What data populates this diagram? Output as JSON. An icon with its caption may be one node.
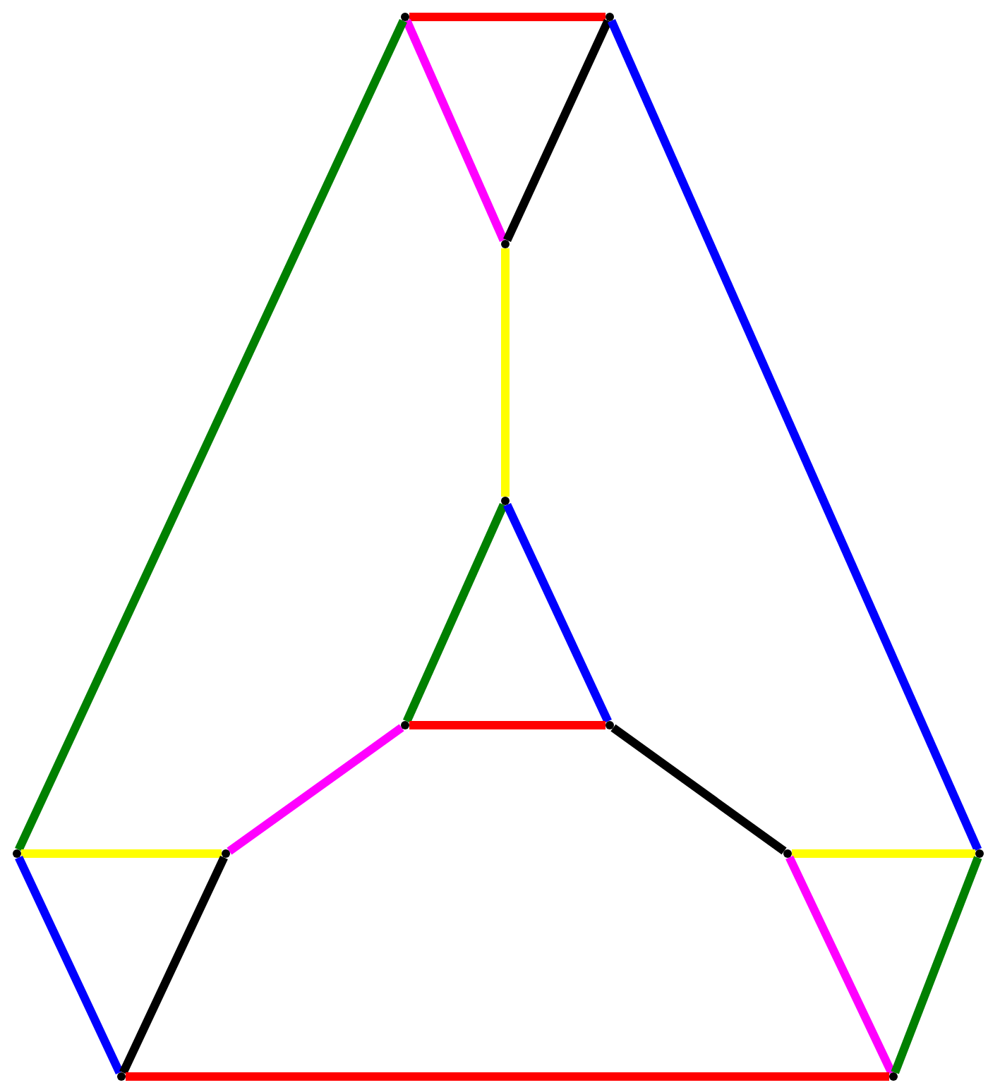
{
  "diagram": {
    "nodes": [
      {
        "text": [],
        "shape": "dot"
      },
      {
        "text": [],
        "shape": "dot"
      },
      {
        "text": [],
        "shape": "dot"
      },
      {
        "text": [],
        "shape": "dot"
      },
      {
        "text": [],
        "shape": "dot"
      },
      {
        "text": [],
        "shape": "dot"
      },
      {
        "text": [],
        "shape": "dot"
      },
      {
        "text": [],
        "shape": "dot"
      },
      {
        "text": [],
        "shape": "dot"
      },
      {
        "text": [],
        "shape": "dot"
      },
      {
        "text": [],
        "shape": "dot"
      },
      {
        "text": [],
        "shape": "dot"
      }
    ],
    "edges": [
      {
        "from": 0,
        "to": 1,
        "arrow": "none",
        "color": "#ff0000"
      },
      {
        "from": 0,
        "to": 2,
        "arrow": "none",
        "color": "#ff00ff"
      },
      {
        "from": 1,
        "to": 2,
        "arrow": "none",
        "color": "#000000"
      },
      {
        "from": 2,
        "to": 3,
        "arrow": "none",
        "color": "#ffff00"
      },
      {
        "from": 0,
        "to": 6,
        "arrow": "none",
        "color": "#008000"
      },
      {
        "from": 1,
        "to": 9,
        "arrow": "none",
        "color": "#0000ff"
      },
      {
        "from": 3,
        "to": 4,
        "arrow": "none",
        "color": "#008000"
      },
      {
        "from": 3,
        "to": 5,
        "arrow": "none",
        "color": "#0000ff"
      },
      {
        "from": 4,
        "to": 5,
        "arrow": "none",
        "color": "#ff0000"
      },
      {
        "from": 4,
        "to": 7,
        "arrow": "none",
        "color": "#ff00ff"
      },
      {
        "from": 5,
        "to": 8,
        "arrow": "none",
        "color": "#000000"
      },
      {
        "from": 6,
        "to": 7,
        "arrow": "none",
        "color": "#ffff00"
      },
      {
        "from": 6,
        "to": 10,
        "arrow": "none",
        "color": "#0000ff"
      },
      {
        "from": 7,
        "to": 10,
        "arrow": "none",
        "color": "#000000"
      },
      {
        "from": 8,
        "to": 9,
        "arrow": "none",
        "color": "#ffff00"
      },
      {
        "from": 8,
        "to": 11,
        "arrow": "none",
        "color": "#ff00ff"
      },
      {
        "from": 9,
        "to": 11,
        "arrow": "none",
        "color": "#008000"
      },
      {
        "from": 10,
        "to": 11,
        "arrow": "none",
        "color": "#ff0000"
      }
    ]
  }
}
